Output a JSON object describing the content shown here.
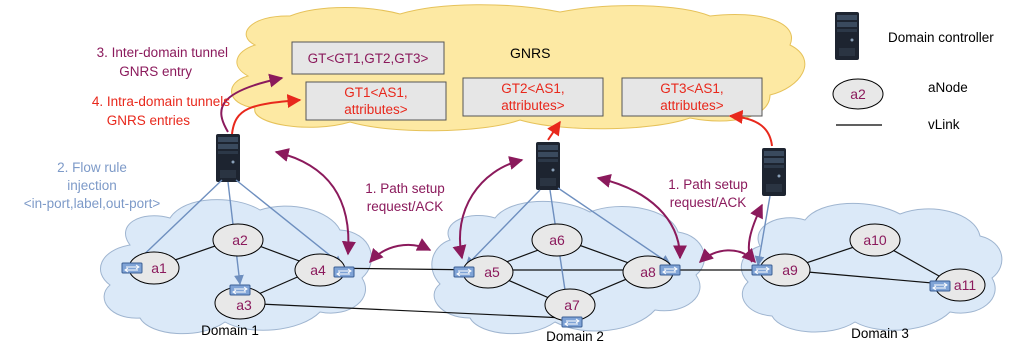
{
  "cloud_label": "GNRS",
  "gnrs_entries": {
    "inter": "GT<GT1,GT2,GT3>",
    "gt1": [
      "GT1<AS1,",
      "attributes>"
    ],
    "gt2": [
      "GT2<AS1,",
      "attributes>"
    ],
    "gt3": [
      "GT3<AS1,",
      "attributes>"
    ]
  },
  "steps": {
    "step3": [
      "3. Inter-domain tunnel",
      "GNRS entry"
    ],
    "step4": [
      "4. Intra-domain tunnels",
      "GNRS entries"
    ],
    "step2": [
      "2. Flow rule",
      "injection",
      "<in-port,label,out-port>"
    ],
    "step1a": [
      "1. Path setup",
      "request/ACK"
    ],
    "step1b": [
      "1. Path setup",
      "request/ACK"
    ]
  },
  "domains": {
    "d1": "Domain 1",
    "d2": "Domain 2",
    "d3": "Domain 3"
  },
  "nodes": {
    "a1": "a1",
    "a2": "a2",
    "a3": "a3",
    "a4": "a4",
    "a5": "a5",
    "a6": "a6",
    "a7": "a7",
    "a8": "a8",
    "a9": "a9",
    "a10": "a10",
    "a11": "a11"
  },
  "legend": {
    "controller": "Domain controller",
    "anode_sample": "a2",
    "anode": "aNode",
    "vlink": "vLink"
  },
  "colors": {
    "cloud_yellow": "#fde9a3",
    "domain_blue": "#dbe9f8",
    "purple": "#8b1a5c",
    "red": "#e8281c",
    "steel_blue": "#6e8fbf",
    "step2_blue": "#7d9ac8",
    "node_fill": "#e8e8e8"
  }
}
